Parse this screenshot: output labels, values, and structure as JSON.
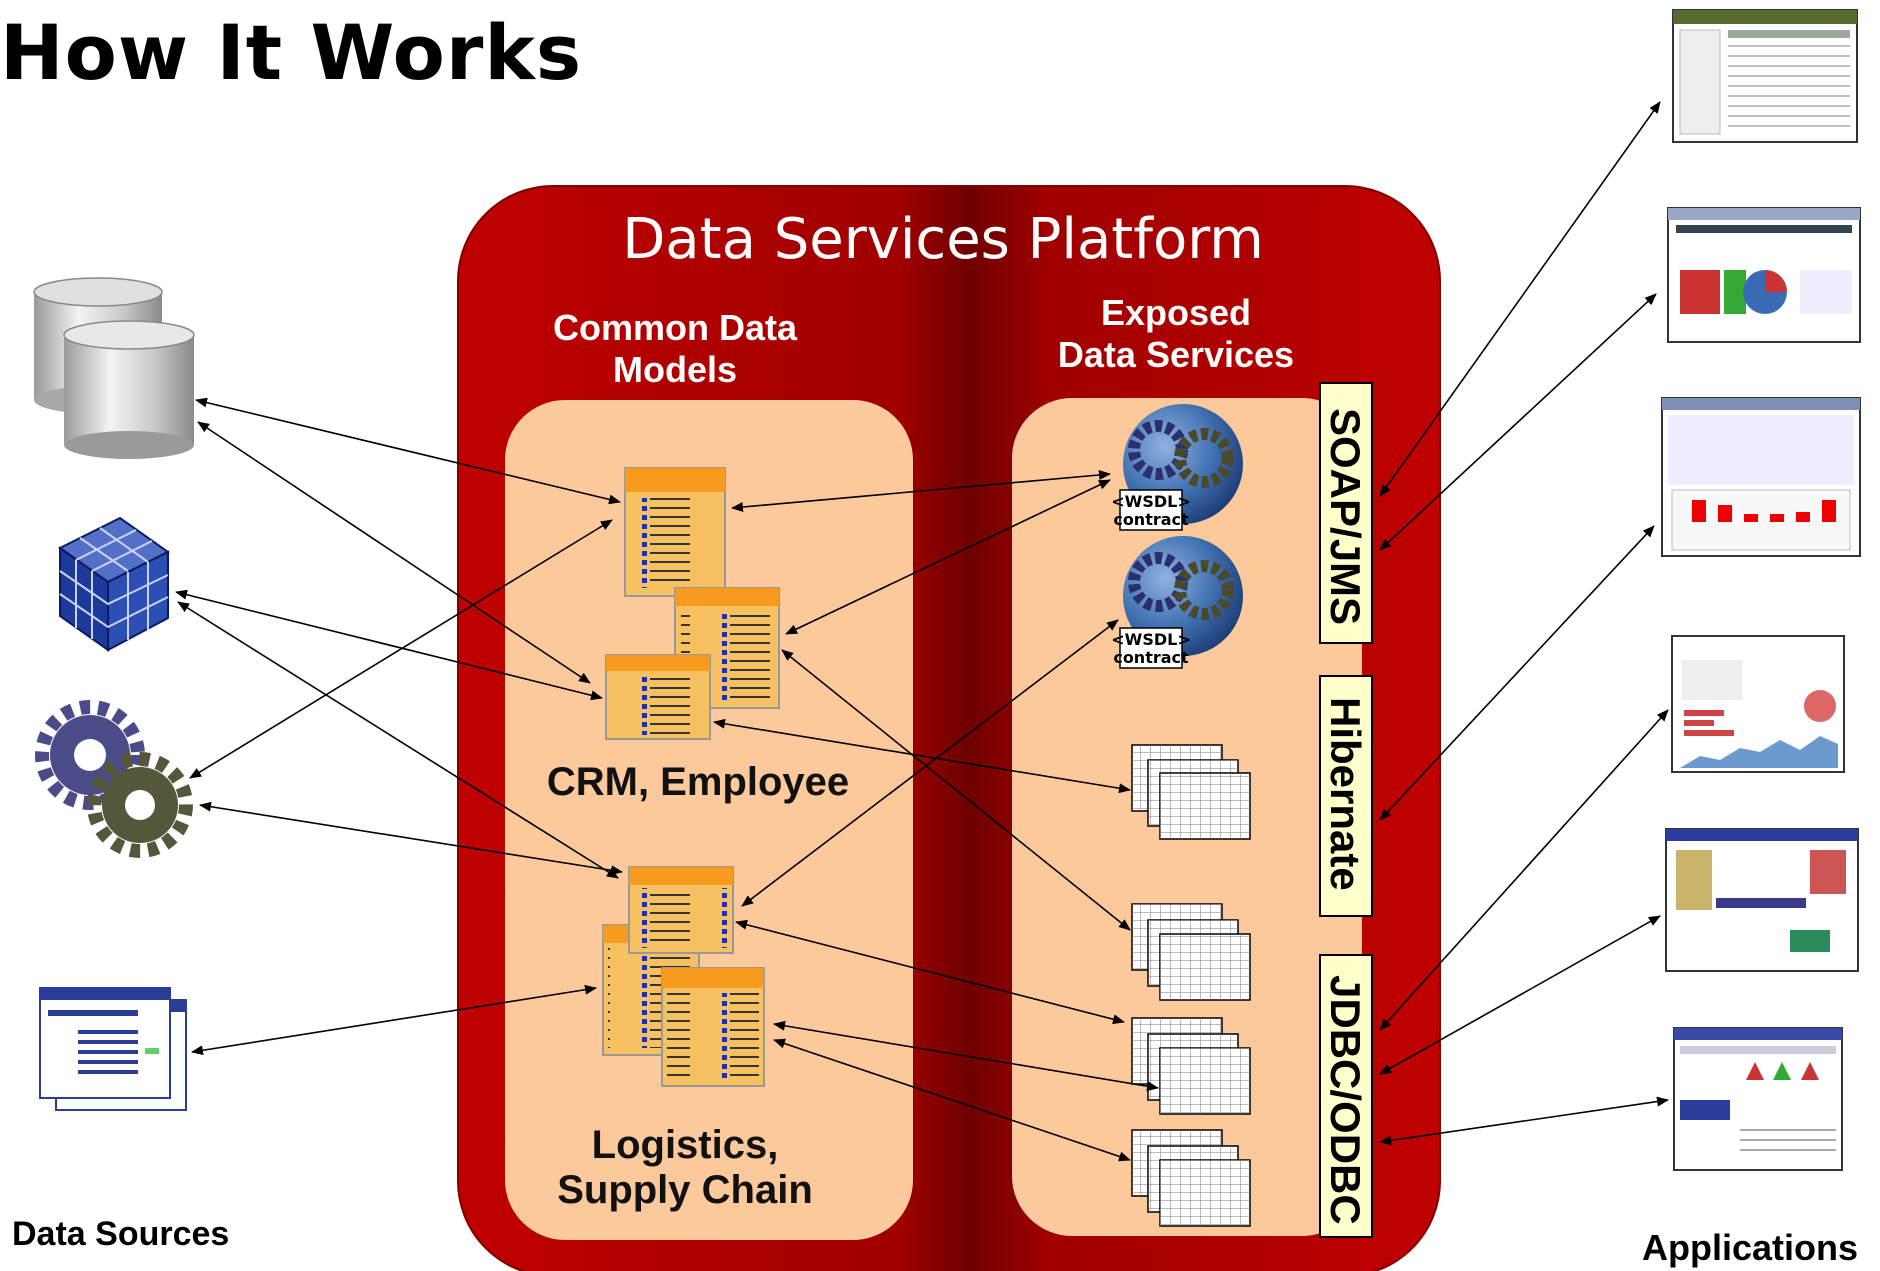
{
  "title": "How It Works",
  "platform": {
    "title": "Data Services Platform",
    "models_header_line1": "Common Data",
    "models_header_line2": "Models",
    "services_header_line1": "Exposed",
    "services_header_line2": "Data Services",
    "group_crm": "CRM, Employee",
    "group_logistics_line1": "Logistics,",
    "group_logistics_line2": "Supply Chain",
    "wsdl_label": "<WSDL>",
    "contract_label": "contract"
  },
  "protocols": [
    "SOAP/JMS",
    "Hibernate",
    "JDBC/ODBC"
  ],
  "labels": {
    "data_sources": "Data Sources",
    "applications": "Applications"
  },
  "colors": {
    "platform_red": "#c00000",
    "panel_peach": "#fbc99b",
    "model_orange": "#f7a23c",
    "protocol_box": "#ffffcc"
  },
  "data_sources": [
    "database-icon",
    "olap-cube-icon",
    "service-gears-icon",
    "web-page-icon"
  ],
  "applications": [
    "portal-app-icon",
    "dashboard-app-icon",
    "chart-app-icon",
    "analytics-app-icon",
    "web-store-app-icon",
    "report-app-icon"
  ]
}
